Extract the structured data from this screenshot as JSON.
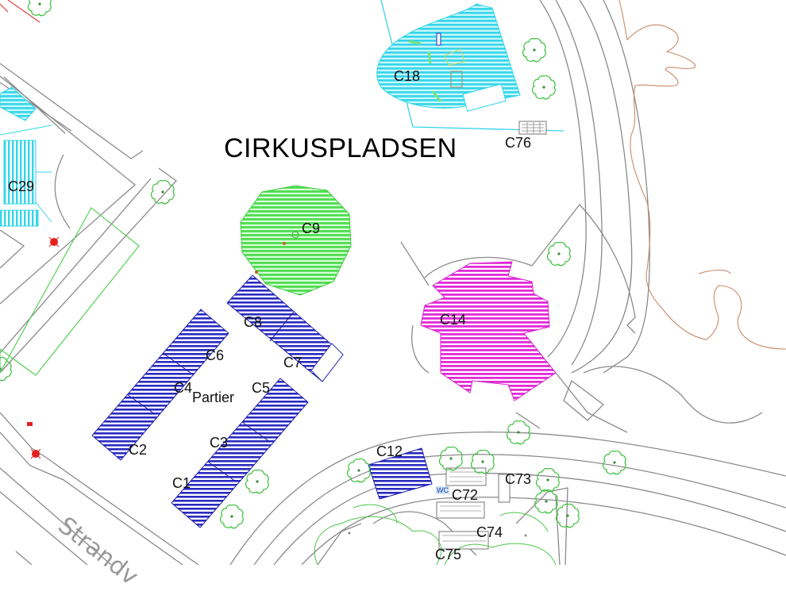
{
  "map": {
    "title": "CIRKUSPLADSEN",
    "street_label": "Strandv",
    "area_label": "Partier",
    "wc_label": "WC",
    "colors": {
      "road": "#808080",
      "tree": "#2fbf2f",
      "contour": "#c98a6a",
      "cyan": "#25d4e8",
      "blue": "#2222b8",
      "green": "#44dd44",
      "magenta": "#e020d8",
      "red": "#e52020"
    },
    "plots": [
      {
        "id": "C1",
        "label": "C1"
      },
      {
        "id": "C2",
        "label": "C2"
      },
      {
        "id": "C3",
        "label": "C3"
      },
      {
        "id": "C4",
        "label": "C4"
      },
      {
        "id": "C5",
        "label": "C5"
      },
      {
        "id": "C6",
        "label": "C6"
      },
      {
        "id": "C7",
        "label": "C7"
      },
      {
        "id": "C8",
        "label": "C8"
      },
      {
        "id": "C9",
        "label": "C9"
      },
      {
        "id": "C12",
        "label": "C12"
      },
      {
        "id": "C14",
        "label": "C14"
      },
      {
        "id": "C18",
        "label": "C18"
      },
      {
        "id": "C29",
        "label": "C29"
      },
      {
        "id": "C72",
        "label": "C72"
      },
      {
        "id": "C73",
        "label": "C73"
      },
      {
        "id": "C74",
        "label": "C74"
      },
      {
        "id": "C75",
        "label": "C75"
      },
      {
        "id": "C76",
        "label": "C76"
      }
    ]
  }
}
